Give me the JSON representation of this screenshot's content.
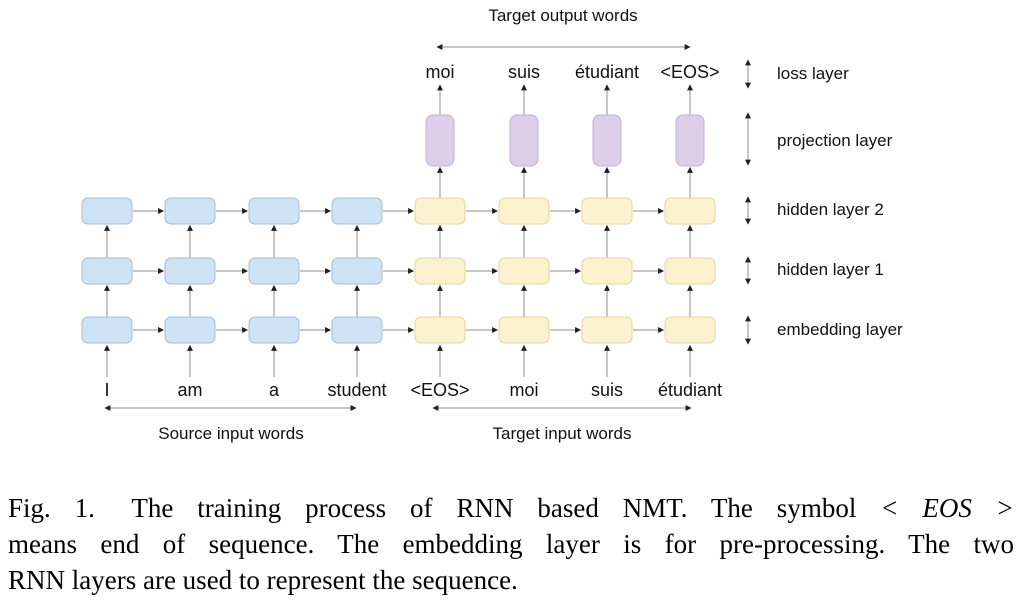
{
  "diagram": {
    "title_top": "Target output words",
    "input_words": [
      "I",
      "am",
      "a",
      "student",
      "<EOS>",
      "moi",
      "suis",
      "étudiant"
    ],
    "output_words": [
      "moi",
      "suis",
      "étudiant",
      "<EOS>"
    ],
    "layer_labels": [
      "loss layer",
      "projection layer",
      "hidden layer 2",
      "hidden layer 1",
      "embedding layer"
    ],
    "span_labels": {
      "source": "Source input words",
      "target": "Target input words"
    },
    "colors": {
      "encoder_box": "#cfe3f7",
      "encoder_border": "#a5bdd1",
      "decoder_box": "#fdf2d0",
      "decoder_border": "#e6d3a2",
      "projection_box": "#ddcfe9",
      "projection_border": "#c3add7",
      "arrow_line": "#8f8f8f",
      "arrow_head": "#1f1f1f",
      "text": "#111111"
    }
  },
  "caption": {
    "tag": "Fig. 1.",
    "line1_text": "The training process of RNN based NMT. The symbol",
    "line1_math": "< EOS >",
    "line2": "means end of sequence. The embedding layer is for pre-processing. The two",
    "line3": "RNN layers are used to represent the sequence."
  }
}
